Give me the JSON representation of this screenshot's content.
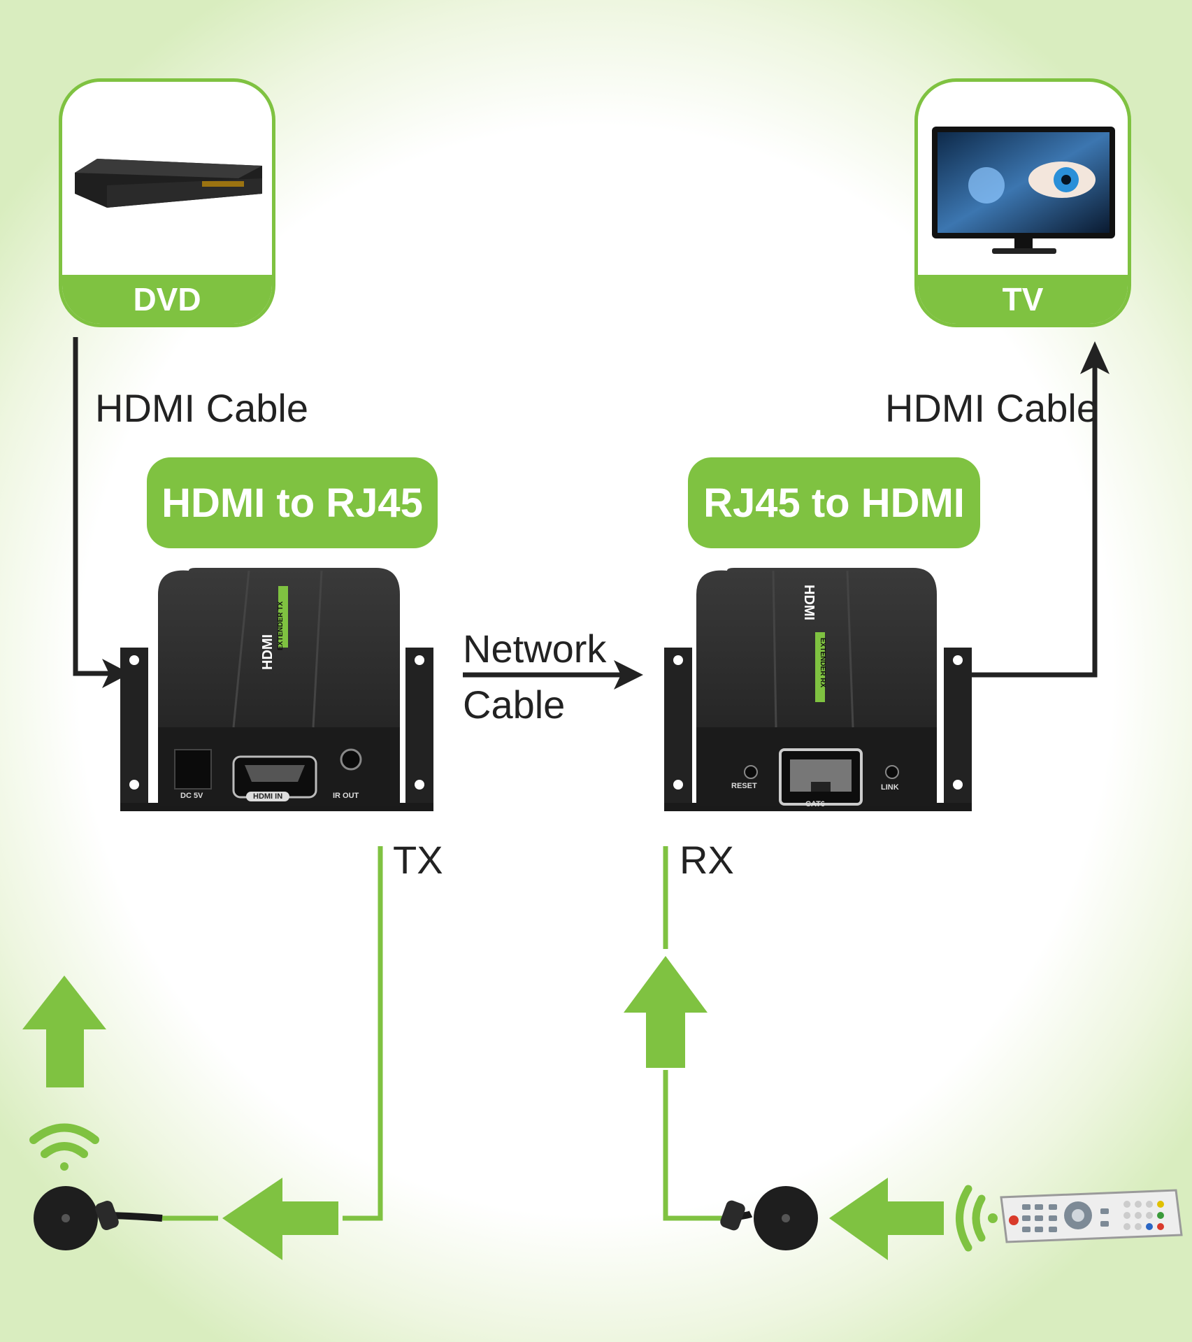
{
  "source_card": {
    "label": "DVD"
  },
  "sink_card": {
    "label": "TV"
  },
  "cables": {
    "left_hdmi": "HDMI Cable",
    "right_hdmi": "HDMI Cable",
    "network_line1": "Network",
    "network_line2": "Cable"
  },
  "transmitter": {
    "pill": "HDMI to RJ45",
    "unit_label": "TX",
    "brand": "HDMI",
    "ports": {
      "dc": "DC 5V",
      "hdmi": "HDMI IN",
      "ir": "IR OUT"
    },
    "strip": "EXTENDER TX"
  },
  "receiver": {
    "pill": "RJ45 to HDMI",
    "unit_label": "RX",
    "brand": "HDMI",
    "ports": {
      "reset": "RESET",
      "lan": "CAT6",
      "link": "LINK"
    },
    "strip": "EXTENDER RX"
  },
  "colors": {
    "accent": "#7fc241",
    "line": "#222222",
    "device": "#2b2b2b"
  },
  "icons": [
    "dvd-player-icon",
    "tv-icon",
    "ir-emitter-icon",
    "ir-receiver-icon",
    "remote-control-icon",
    "wireless-signal-icon"
  ]
}
